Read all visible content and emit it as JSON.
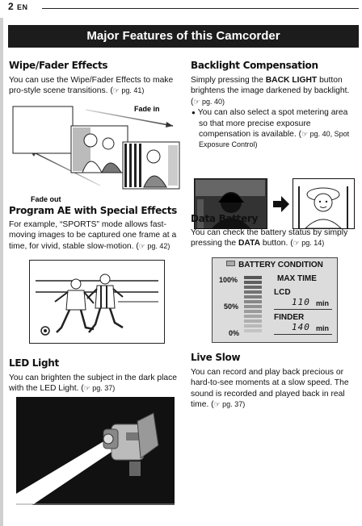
{
  "header": {
    "page_number": "2",
    "lang": "EN"
  },
  "banner": {
    "title": "Major Features of this Camcorder"
  },
  "wipe": {
    "title": "Wipe/Fader Effects",
    "body_pre": "You can use the Wipe/Fader Effects to make pro-style scene transitions. (",
    "body_ref": "☞ pg. 41)",
    "fade_in": "Fade in",
    "fade_out": "Fade out"
  },
  "program_ae": {
    "title": "Program AE with Special Effects",
    "body_pre": "For example, “SPORTS” mode allows fast-moving images to be captured one frame at a time, for vivid, stable slow-motion. (",
    "body_ref": "☞ pg. 42)"
  },
  "led": {
    "title": "LED Light",
    "body_pre": "You can brighten the subject in the dark place with the LED Light. (",
    "body_ref": "☞ pg. 37)"
  },
  "backlight": {
    "title": "Backlight Compensation",
    "p1_a": "Simply pressing the ",
    "p1_b": "BACK LIGHT",
    "p1_c": " button brightens the image darkened by backlight. (",
    "p1_ref": "☞ pg. 40)",
    "bullet_char": "●",
    "p2_a": "You can also select a spot metering area so that more precise exposure compensation is available. (",
    "p2_ref": "☞ pg. 40, Spot Exposure Control)"
  },
  "battery": {
    "title": "Data Battery",
    "body_a": "You can check the battery status by simply pressing the ",
    "body_b": "DATA",
    "body_c": " button. (",
    "body_ref": "☞ pg. 14)",
    "panel": {
      "header": "BATTERY CONDITION",
      "pct_100": "100%",
      "pct_50": "50%",
      "pct_0": "0%",
      "max_time": "MAX TIME",
      "lcd_label": "LCD",
      "lcd_value": "110",
      "finder_label": "FINDER",
      "finder_value": "140",
      "unit": "min"
    }
  },
  "live_slow": {
    "title": "Live Slow",
    "body_pre": "You can record and play back precious or hard-to-see moments at a slow speed. The sound is recorded and played back in real time. (",
    "body_ref": "☞ pg. 37)"
  }
}
